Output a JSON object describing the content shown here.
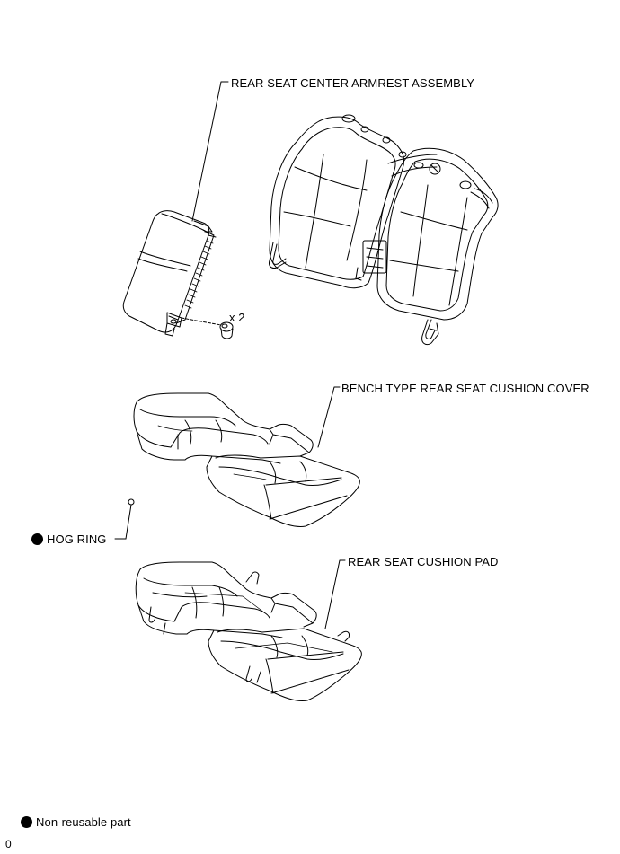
{
  "labels": {
    "armrest": "REAR SEAT CENTER ARMREST ASSEMBLY",
    "quantity": "x 2",
    "cushion_cover": "BENCH TYPE REAR SEAT CUSHION COVER",
    "hog_ring": "HOG RING",
    "cushion_pad": "REAR SEAT CUSHION PAD"
  },
  "legend": {
    "non_reusable": "Non-reusable part"
  },
  "footer_code": "0"
}
